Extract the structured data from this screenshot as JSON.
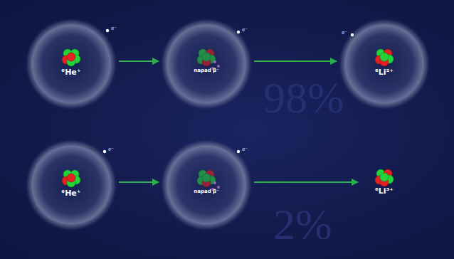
{
  "diagram": {
    "nodes": [
      {
        "text": [
          "⁶He⁺"
        ]
      },
      {
        "text": [
          "napad β⁻"
        ]
      },
      {
        "text": [
          "⁶Li²⁺"
        ]
      },
      {
        "text": [
          "⁶He⁺"
        ]
      },
      {
        "text": [
          "napad β⁻"
        ]
      },
      {
        "text": [
          "⁶Li³⁺"
        ]
      }
    ],
    "edges": [
      {
        "from": 0,
        "to": 1,
        "arrow": "to"
      },
      {
        "from": 1,
        "to": 2,
        "arrow": "to"
      },
      {
        "from": 3,
        "to": 4,
        "arrow": "to"
      },
      {
        "from": 4,
        "to": 5,
        "arrow": "to"
      }
    ],
    "labels": [
      "98%",
      "2%",
      "e⁻",
      "e⁻",
      "e⁻",
      "e⁻",
      "e⁻"
    ]
  }
}
